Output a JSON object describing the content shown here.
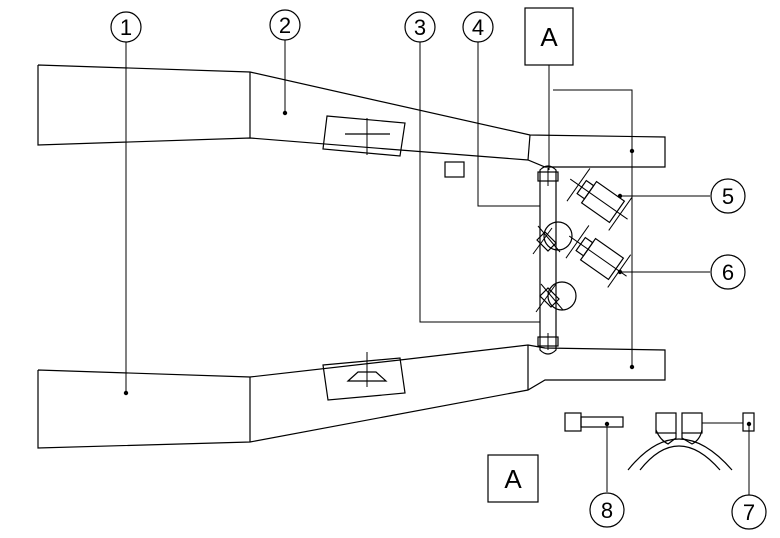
{
  "callouts": {
    "c1": "1",
    "c2": "2",
    "c3": "3",
    "c4": "4",
    "c5": "5",
    "c6": "6",
    "c7": "7",
    "c8": "8"
  },
  "views": {
    "section_marker": "A",
    "detail_view_label": "A"
  }
}
